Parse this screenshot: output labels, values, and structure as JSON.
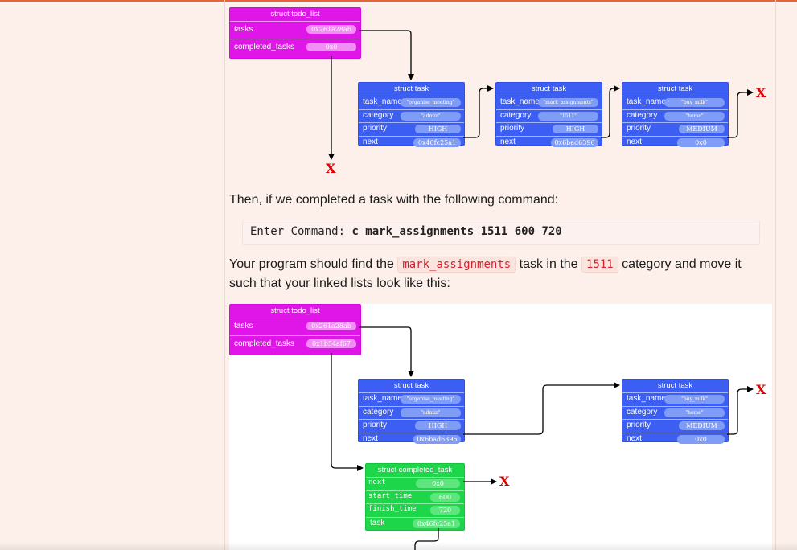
{
  "diagram1": {
    "todo_list": {
      "title": "struct todo_list",
      "tasks_label": "tasks",
      "tasks_value": "0x261a28ab",
      "completed_label": "completed_tasks",
      "completed_value": "0x0"
    },
    "tasks": [
      {
        "title": "struct task",
        "name_label": "task_name",
        "name_value": "\"organise_meeting\"",
        "category_label": "category",
        "category_value": "\"admin\"",
        "priority_label": "priority",
        "priority_value": "HIGH",
        "next_label": "next",
        "next_value": "0x46fc25a1"
      },
      {
        "title": "struct task",
        "name_label": "task_name",
        "name_value": "\"mark_assignments\"",
        "category_label": "category",
        "category_value": "\"1511\"",
        "priority_label": "priority",
        "priority_value": "HIGH",
        "next_label": "next",
        "next_value": "0x6bad6396"
      },
      {
        "title": "struct task",
        "name_label": "task_name",
        "name_value": "\"buy_milk\"",
        "category_label": "category",
        "category_value": "\"home\"",
        "priority_label": "priority",
        "priority_value": "MEDIUM",
        "next_label": "next",
        "next_value": "0x0"
      }
    ],
    "null_marks": [
      "X",
      "X"
    ]
  },
  "text": {
    "para1": "Then, if we completed a task with the following command:",
    "code_prompt": "Enter Command: ",
    "code_cmd": "c mark_assignments 1511 600 720",
    "para2_a": "Your program should find the ",
    "para2_code1": "mark_assignments",
    "para2_b": " task in the ",
    "para2_code2": "1511",
    "para2_c": " category and move it",
    "para2_d": "such that your linked lists look like this:"
  },
  "diagram2": {
    "todo_list": {
      "title": "struct todo_list",
      "tasks_label": "tasks",
      "tasks_value": "0x261a28ab",
      "completed_label": "completed_tasks",
      "completed_value": "0x1b54af67"
    },
    "tasks": [
      {
        "title": "struct task",
        "name_label": "task_name",
        "name_value": "\"organise_meeting\"",
        "category_label": "category",
        "category_value": "\"admin\"",
        "priority_label": "priority",
        "priority_value": "HIGH",
        "next_label": "next",
        "next_value": "0x6bad6396"
      },
      {
        "title": "struct task",
        "name_label": "task_name",
        "name_value": "\"buy_milk\"",
        "category_label": "category",
        "category_value": "\"home\"",
        "priority_label": "priority",
        "priority_value": "MEDIUM",
        "next_label": "next",
        "next_value": "0x0"
      }
    ],
    "completed": {
      "title": "struct completed_task",
      "next_label": "next",
      "next_value": "0x0",
      "start_label": "start_time",
      "start_value": "600",
      "finish_label": "finish_time",
      "finish_value": "720",
      "task_label": "task",
      "task_value": "0x46fc25a1"
    },
    "null_marks": [
      "X",
      "X"
    ]
  },
  "colors": {
    "page_bg": "#fdf0ea",
    "todo_struct": "#e016e8",
    "task_struct": "#3c5ef3",
    "completed_struct": "#1dd64a",
    "null_mark": "#e00000",
    "inline_code": "#d6222f"
  }
}
